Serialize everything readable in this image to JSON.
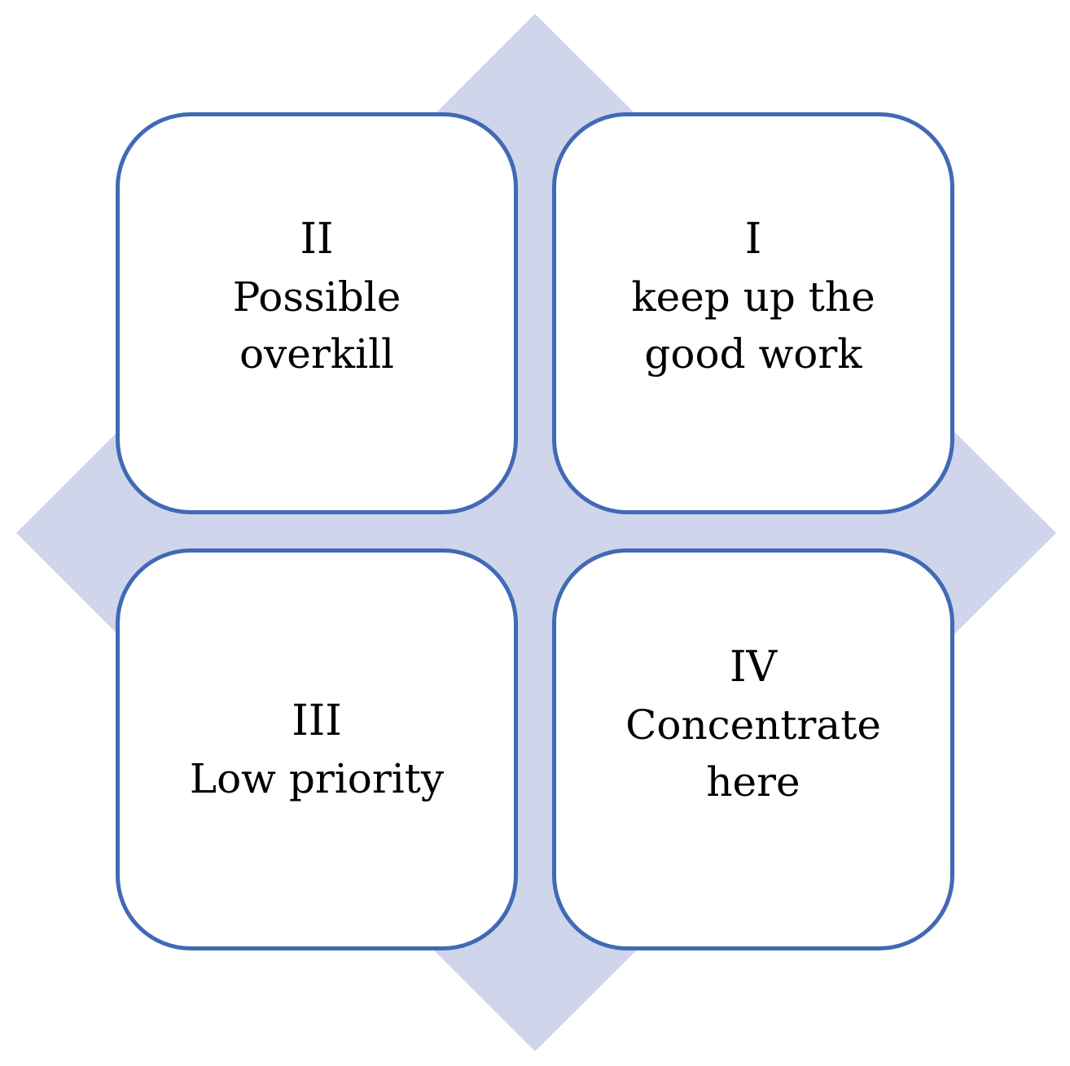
{
  "colors": {
    "diamond_fill": "#cfd5eb",
    "box_border": "#4169b5",
    "box_fill": "#ffffff",
    "text": "#000000"
  },
  "quadrants": {
    "q1": {
      "numeral": "I",
      "text": "keep up the good work"
    },
    "q2": {
      "numeral": "II",
      "text": "Possible overkill"
    },
    "q3": {
      "numeral": "III",
      "text": "Low priority"
    },
    "q4": {
      "numeral": "IV",
      "text": "Concentrate here"
    }
  }
}
